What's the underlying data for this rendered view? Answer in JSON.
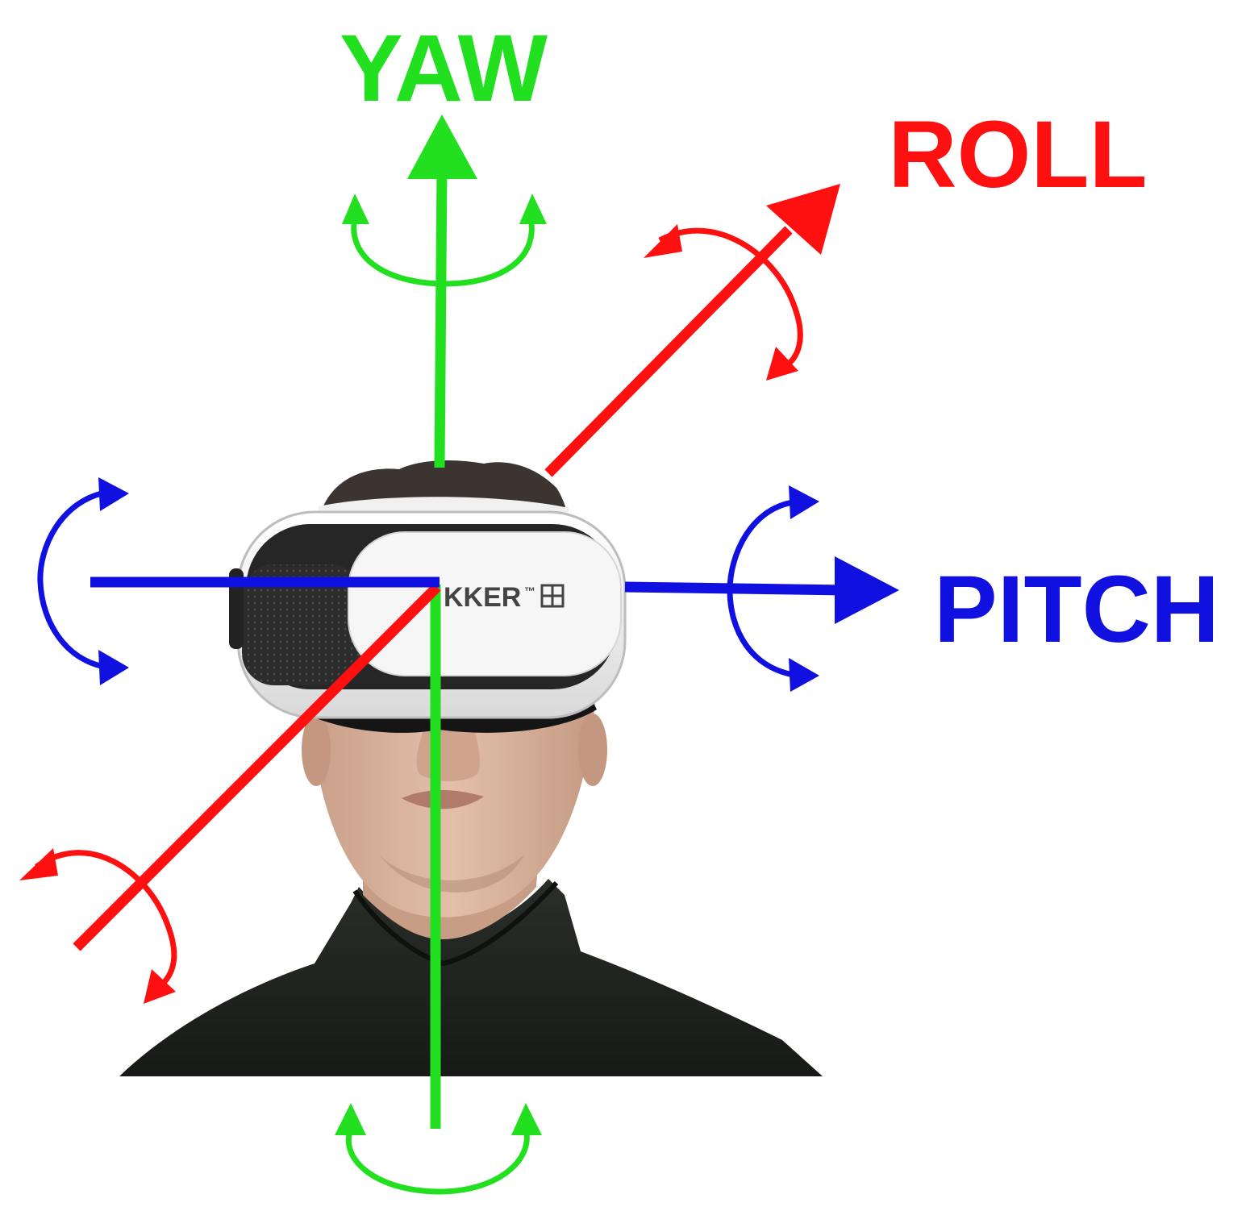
{
  "labels": {
    "yaw": "YAW",
    "roll": "ROLL",
    "pitch": "PITCH"
  },
  "headset": {
    "brand": "KKER",
    "trademark": "™"
  },
  "colors": {
    "yaw": "#22e01f",
    "roll": "#ff1010",
    "pitch": "#1010e0",
    "headset_white": "#f2f2f2",
    "headset_dark": "#2a2a2a",
    "shirt": "#1f221f",
    "skin": "#d9b39c",
    "hair": "#3b3430"
  },
  "icons": {
    "yaw_rotation_top": "rotation-arc-icon",
    "yaw_rotation_bottom": "rotation-arc-icon",
    "roll_rotation": "rotation-arc-icon",
    "pitch_rotation": "rotation-arc-icon"
  }
}
